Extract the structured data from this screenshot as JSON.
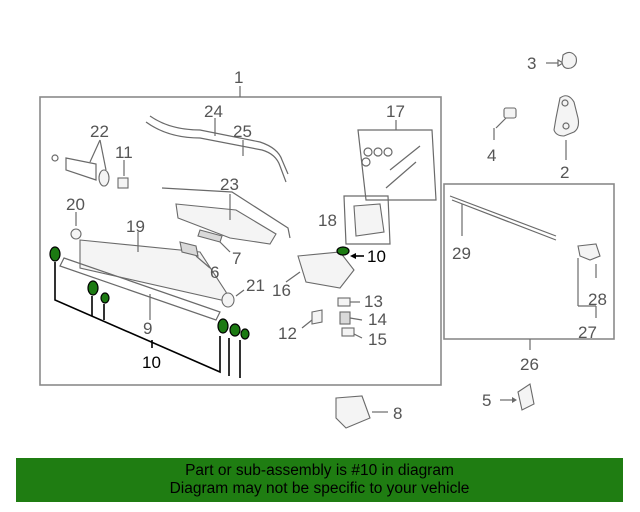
{
  "diagram": {
    "callouts": {
      "c1": "1",
      "c2": "2",
      "c3": "3",
      "c4": "4",
      "c5": "5",
      "c6": "6",
      "c7": "7",
      "c8": "8",
      "c9": "9",
      "c10_main": "10",
      "c10_side": "10",
      "c11": "11",
      "c12": "12",
      "c13": "13",
      "c14": "14",
      "c15": "15",
      "c16": "16",
      "c17": "17",
      "c18": "18",
      "c19": "19",
      "c20": "20",
      "c21": "21",
      "c22": "22",
      "c23": "23",
      "c24": "24",
      "c25": "25",
      "c26": "26",
      "c27": "27",
      "c28": "28",
      "c29": "29"
    },
    "highlight_color": "#1f7d12",
    "highlighted_part": "10"
  },
  "banner": {
    "line1": "Part or sub-assembly is #10 in diagram",
    "line2": "Diagram may not be specific to your vehicle"
  }
}
